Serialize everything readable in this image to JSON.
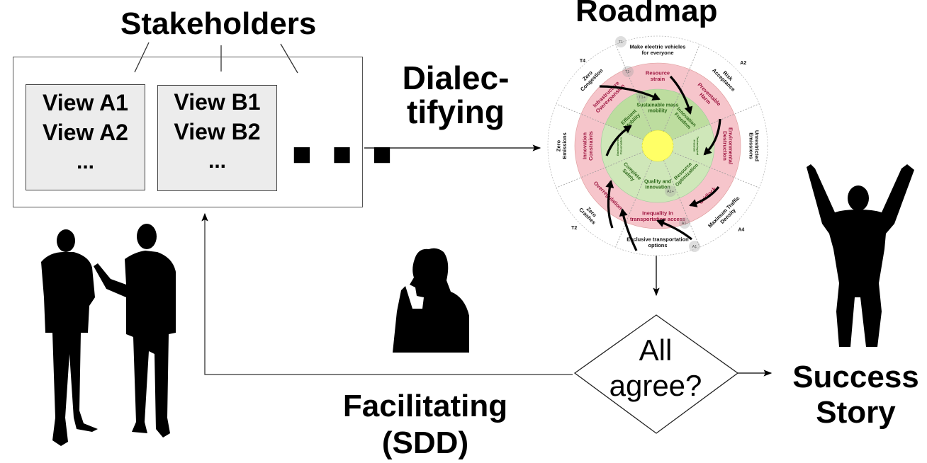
{
  "stakeholders": {
    "title": "Stakeholders",
    "view_boxes": [
      {
        "lines": [
          "View A1",
          "View A2"
        ],
        "ellipsis": "..."
      },
      {
        "lines": [
          "View B1",
          "View B2"
        ],
        "ellipsis": "..."
      }
    ],
    "more_indicator": "■ ■ ■"
  },
  "dialectifying_label": {
    "line1": "Dialec-",
    "line2": "tifying"
  },
  "roadmap": {
    "title": "Roadmap",
    "colors": {
      "outer_ring": "#ffffff",
      "middle_ring": "#f6c5cb",
      "inner_ring": "#cfe7b9",
      "inner_ring_alt": "#bddd9f",
      "center": "#ffff66",
      "negative_text": "#9e1640",
      "positive_text": "#2f6a1c"
    },
    "outer_labels": [
      "Make electric vehicles for everyone",
      "Risk Acceptance",
      "Unrestricted Emissions",
      "Maximum Traffic Density",
      "Exclusive transportation options",
      "Zero Crashes",
      "Zero Emissions",
      "Zero Congestion"
    ],
    "quadrant_tags": [
      "T4",
      "A2",
      "A4",
      "T2"
    ],
    "badges": [
      "T1",
      "T1-",
      "T1+",
      "A1",
      "A1-",
      "A1+"
    ],
    "middle_labels": [
      "Resource strain",
      "Preventable Harm",
      "Environmental Destruction",
      "Gridlock",
      "Inequality in transportation access",
      "Overregulation",
      "Innovation Constraints",
      "Infrastructure Overexpansion"
    ],
    "inner_labels": [
      "Sustainable mass mobility",
      "Innovation Freedom",
      "Technological Freedom",
      "Resource Optimization",
      "Quality and innovation",
      "Complete Safety",
      "Environmental Preservation",
      "Efficient Mobility"
    ]
  },
  "decision": {
    "line1": "All",
    "line2": "agree?"
  },
  "facilitating_label": {
    "line1": "Facilitating",
    "line2": "(SDD)"
  },
  "success_label": {
    "line1": "Success",
    "line2": "Story"
  }
}
